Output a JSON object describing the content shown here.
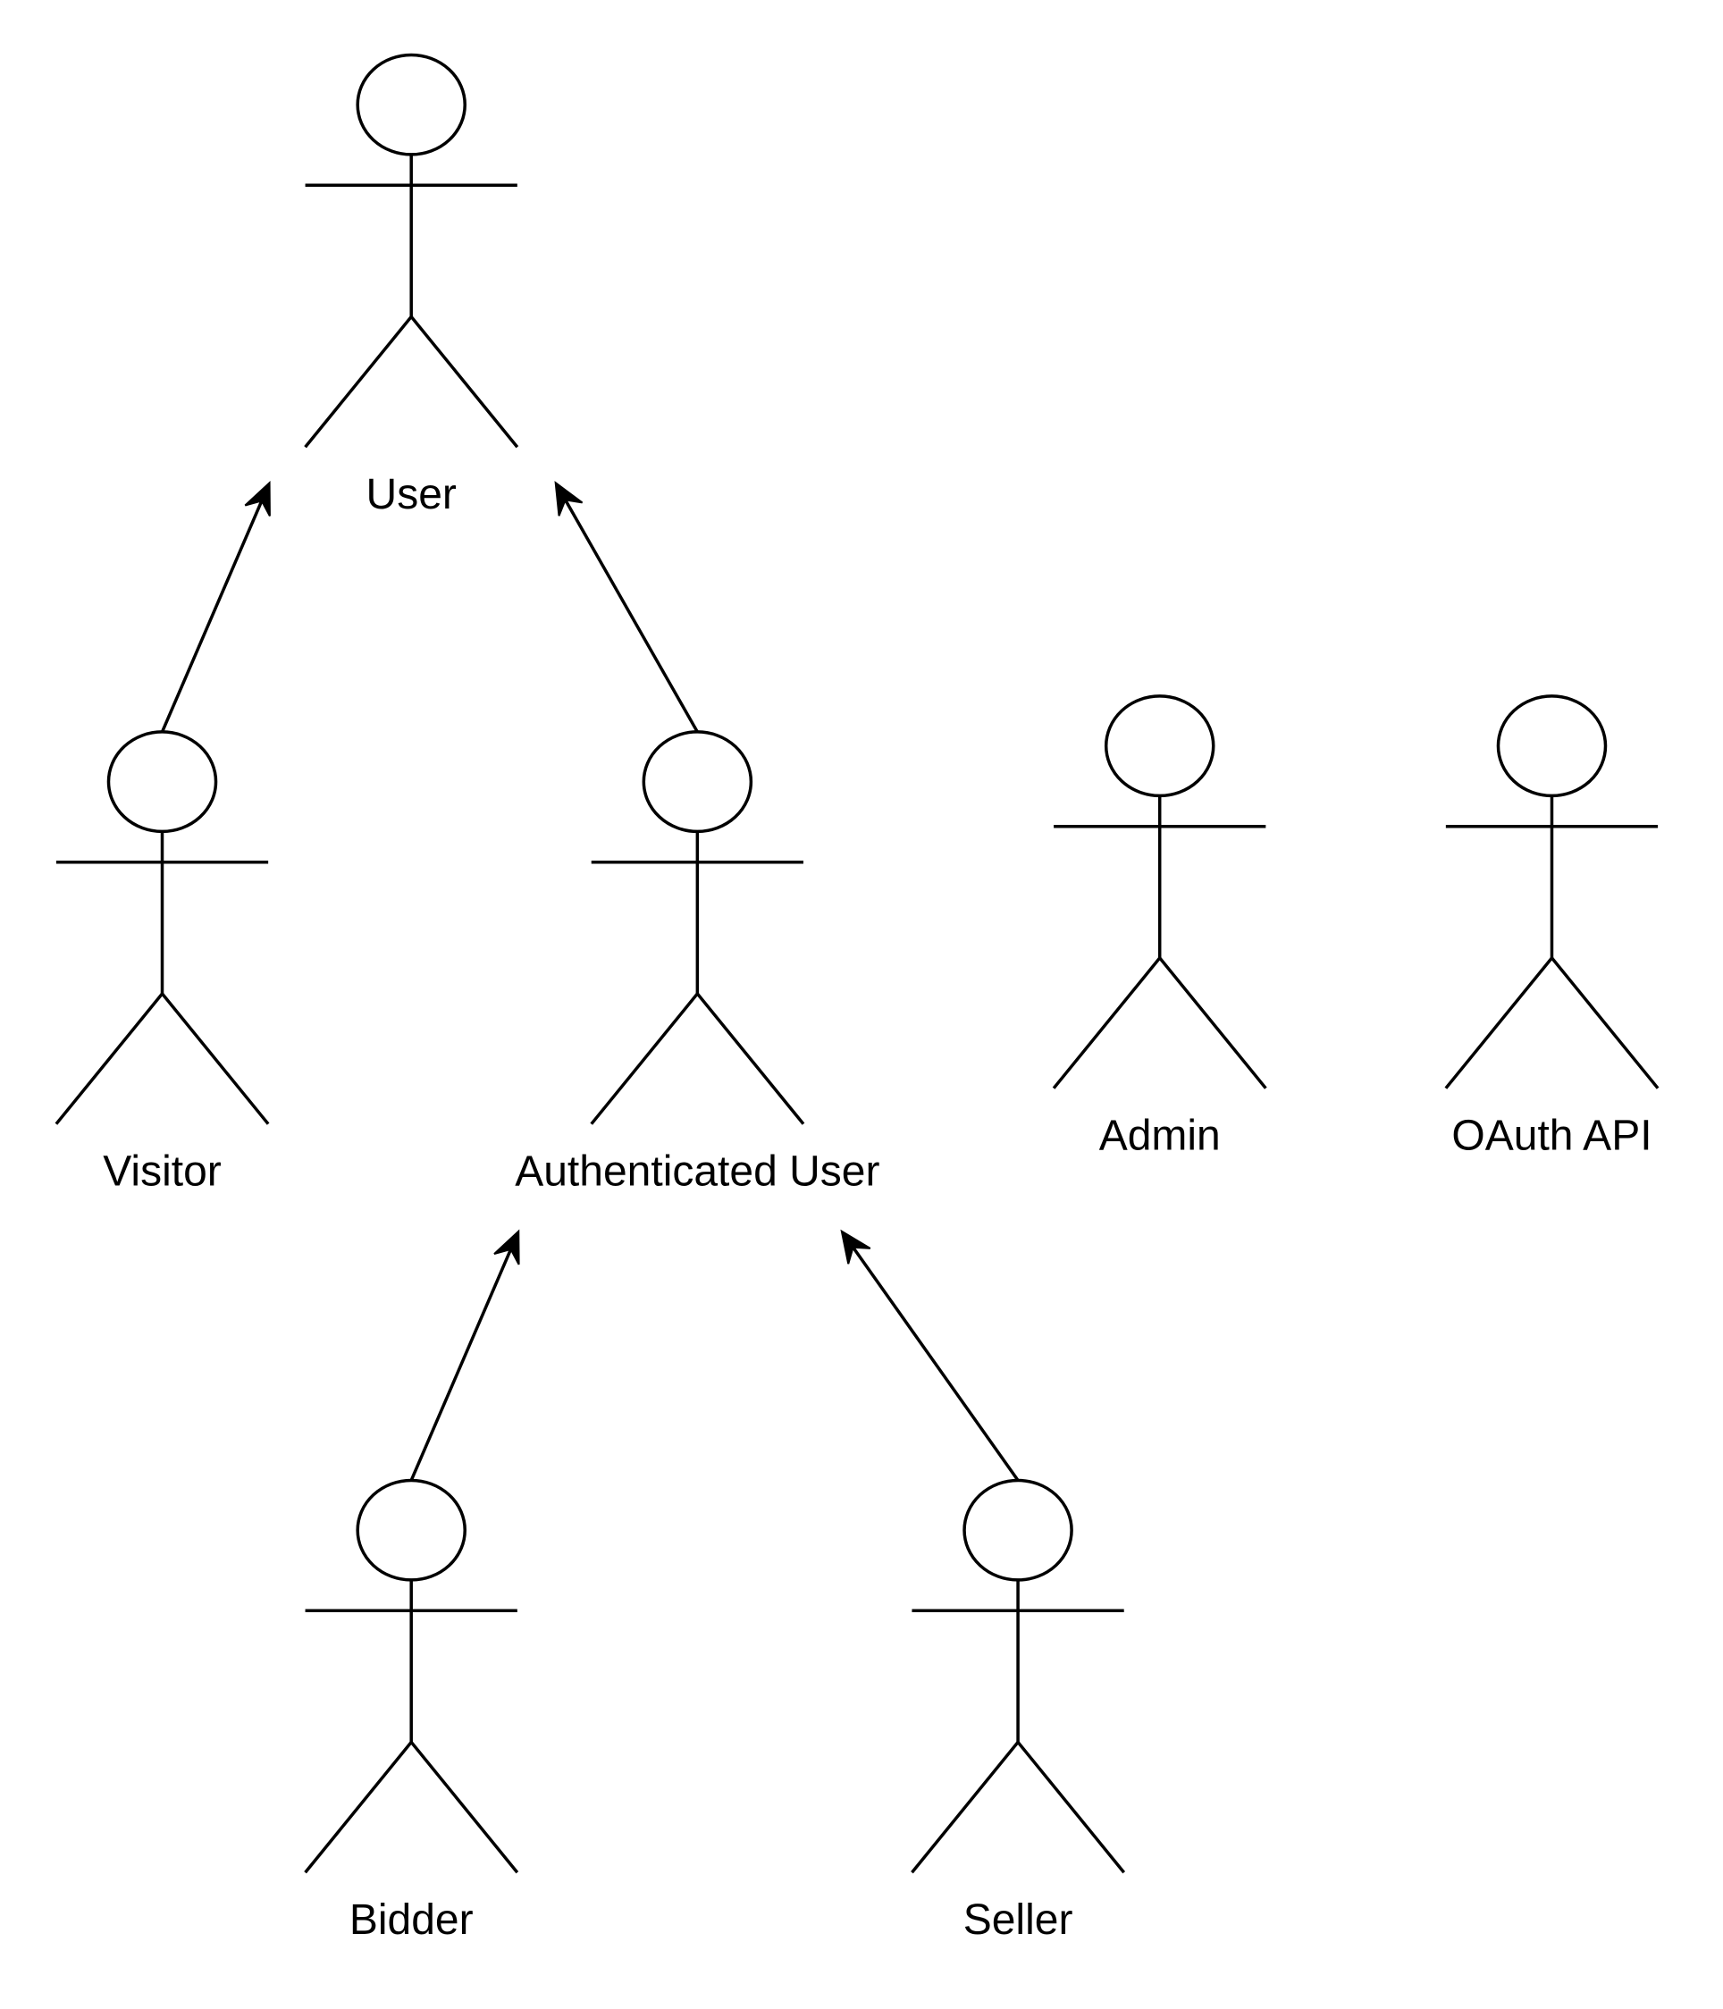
{
  "diagram": {
    "type": "uml-use-case-actors",
    "colors": {
      "stroke": "#000000",
      "background": "#ffffff"
    },
    "actors": [
      {
        "id": "user",
        "label": "User"
      },
      {
        "id": "visitor",
        "label": "Visitor"
      },
      {
        "id": "authenticated_user",
        "label": "Authenticated User"
      },
      {
        "id": "admin",
        "label": "Admin"
      },
      {
        "id": "oauth_api",
        "label": "OAuth API"
      },
      {
        "id": "bidder",
        "label": "Bidder"
      },
      {
        "id": "seller",
        "label": "Seller"
      }
    ],
    "generalizations": [
      {
        "from": "visitor",
        "to": "user"
      },
      {
        "from": "authenticated_user",
        "to": "user"
      },
      {
        "from": "bidder",
        "to": "authenticated_user"
      },
      {
        "from": "seller",
        "to": "authenticated_user"
      }
    ]
  }
}
